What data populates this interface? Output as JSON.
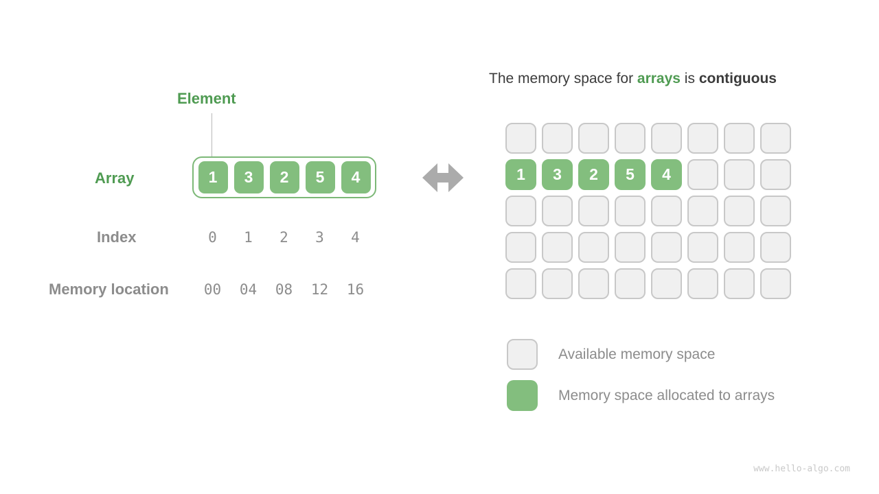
{
  "left_panel": {
    "element_label": "Element",
    "array_label": "Array",
    "array_values": [
      "1",
      "3",
      "2",
      "5",
      "4"
    ],
    "index_label": "Index",
    "index_values": [
      "0",
      "1",
      "2",
      "3",
      "4"
    ],
    "memory_location_label": "Memory location",
    "memory_location_values": [
      "00",
      "04",
      "08",
      "12",
      "16"
    ]
  },
  "arrow": {
    "icon": "left-right-arrow"
  },
  "right_panel": {
    "title": {
      "prefix": "The memory space for ",
      "highlight": "arrays",
      "middle": " is ",
      "emphasis": "contiguous"
    },
    "memory_grid": {
      "rows": 5,
      "cols": 8,
      "array_row_index": 1,
      "array_values": [
        "1",
        "3",
        "2",
        "5",
        "4"
      ]
    },
    "legend": [
      {
        "swatch": "available",
        "label": "Available memory space"
      },
      {
        "swatch": "allocated",
        "label": "Memory space allocated to arrays"
      }
    ]
  },
  "watermark": "www.hello-algo.com",
  "colors": {
    "green_fill": "#83BE7E",
    "green_border": "#7CB877",
    "green_text": "#4F9B52",
    "cell_gray_fill": "#F0F0F0",
    "cell_gray_border": "#C8C8C8",
    "gray_text": "#8C8C8C",
    "dark_text": "#3B3B3B",
    "arrow_gray": "#ABABAB",
    "line_gray": "#B8B8B8",
    "watermark_gray": "#C9C9C9"
  }
}
